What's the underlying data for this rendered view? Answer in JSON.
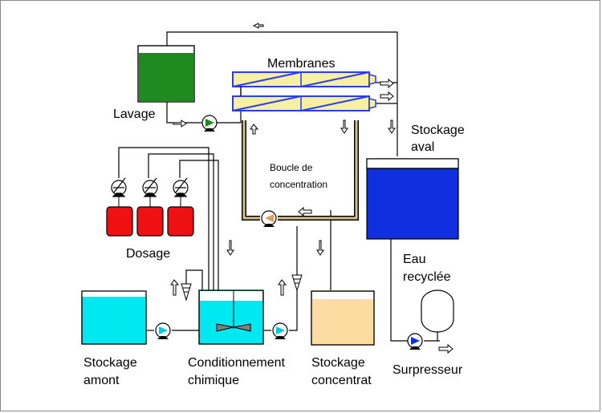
{
  "labels": {
    "membranes": "Membranes",
    "lavage": "Lavage",
    "stockage_aval_1": "Stockage",
    "stockage_aval_2": "aval",
    "boucle_1": "Boucle de",
    "boucle_2": "concentration",
    "dosage": "Dosage",
    "eau_1": "Eau",
    "eau_2": "recyclée",
    "amont_1": "Stockage",
    "amont_2": "amont",
    "cond_1": "Conditionnement",
    "cond_2": "chimique",
    "concentrat_1": "Stockage",
    "concentrat_2": "concentrat",
    "surpresseur": "Surpresseur"
  },
  "colors": {
    "lavage_tank": "#1f8a1f",
    "aval_tank": "#1030e0",
    "dosage_tank": "#ee1111",
    "amont_tank": "#00e8f0",
    "cond_tank": "#00e8f0",
    "concentrat_tank": "#fcdca0",
    "membrane_fill": "#f6f0a0",
    "membrane_border": "#2a3aff",
    "loop_pipe": "#d9c08a"
  },
  "icons": [
    "pump-icon",
    "dosing-pump-icon",
    "stirrer-icon",
    "flow-arrow-icon",
    "cartridge-filter-icon",
    "pressure-vessel-icon"
  ]
}
